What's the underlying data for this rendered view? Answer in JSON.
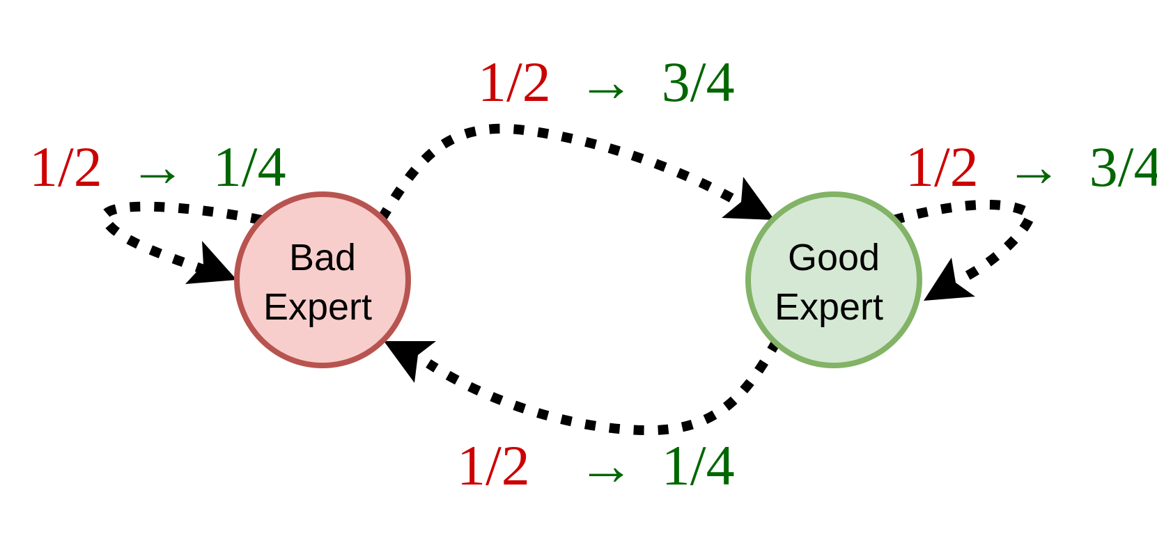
{
  "nodes": {
    "bad": {
      "line1": "Bad",
      "line2": "Expert",
      "fill": "#f8cecc",
      "stroke": "#b85450"
    },
    "good": {
      "line1": "Good",
      "line2": "Expert",
      "fill": "#d5e8d4",
      "stroke": "#82b366"
    }
  },
  "edges": {
    "bad_self": {
      "from": "1/2",
      "arrow": "→",
      "to": "1/4"
    },
    "bad_to_good": {
      "from": "1/2",
      "arrow": "→",
      "to": "3/4"
    },
    "good_self": {
      "from": "1/2",
      "arrow": "→",
      "to": "3/4"
    },
    "good_to_bad": {
      "from": "1/2",
      "arrow": "→",
      "to": "1/4"
    }
  },
  "colors": {
    "old_weight": "#cc0000",
    "new_weight": "#006600",
    "edge": "#000000"
  }
}
